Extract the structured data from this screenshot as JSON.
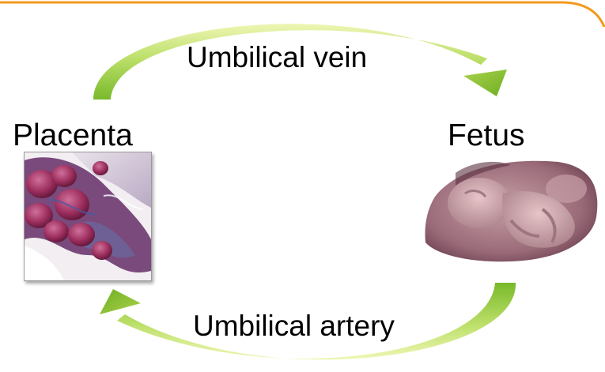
{
  "colors": {
    "border_orange": "#f39a1e",
    "arrow_green_dark": "#8cc63f",
    "arrow_green_light": "#e6f2a8",
    "text": "#000000"
  },
  "labels": {
    "umbilical_vein": "Umbilical vein",
    "umbilical_artery": "Umbilical artery",
    "placenta": "Placenta",
    "fetus": "Fetus"
  },
  "arrows": [
    {
      "from": "Placenta",
      "to": "Fetus",
      "label": "Umbilical vein",
      "position": "top"
    },
    {
      "from": "Fetus",
      "to": "Placenta",
      "label": "Umbilical artery",
      "position": "bottom"
    }
  ],
  "images": {
    "placenta_photo": "photo of placenta tissue",
    "fetus_photo": "image of fetus in amniotic sac"
  }
}
